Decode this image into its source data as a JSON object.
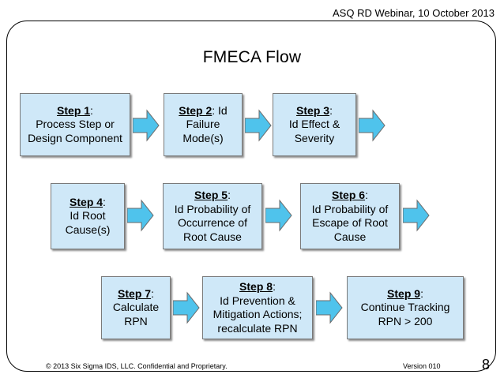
{
  "header": {
    "event": "ASQ RD Webinar, 10 October 2013"
  },
  "title": "FMECA Flow",
  "steps": [
    {
      "label": "Step 1",
      "text1": ":",
      "text2": "Process Step or",
      "text3": "Design Component"
    },
    {
      "label": "Step 2",
      "text1": ": Id",
      "text2": "Failure",
      "text3": "Mode(s)"
    },
    {
      "label": "Step 3",
      "text1": ":",
      "text2": "Id Effect &",
      "text3": "Severity"
    },
    {
      "label": "Step 4",
      "text1": ":",
      "text2": "Id Root",
      "text3": "Cause(s)"
    },
    {
      "label": "Step 5",
      "text1": ":",
      "text2": "Id Probability of",
      "text3": "Occurrence of",
      "text4": "Root Cause"
    },
    {
      "label": "Step 6",
      "text1": ":",
      "text2": "Id Probability of",
      "text3": "Escape of Root",
      "text4": "Cause"
    },
    {
      "label": "Step 7",
      "text1": ":",
      "text2": "Calculate",
      "text3": "RPN"
    },
    {
      "label": "Step 8",
      "text1": ":",
      "text2": "Id Prevention &",
      "text3": "Mitigation Actions;",
      "text4": "recalculate RPN"
    },
    {
      "label": "Step 9",
      "text1": ":",
      "text2": "Continue Tracking",
      "text3": "RPN > 200"
    }
  ],
  "footer": {
    "copyright": "© 2013 Six Sigma IDS, LLC. Confidential and Proprietary.",
    "version": "Version 010",
    "page": "8"
  },
  "colors": {
    "box_fill": "#cfe8f8",
    "arrow_fill": "#4fc3ec",
    "border": "#000000"
  }
}
